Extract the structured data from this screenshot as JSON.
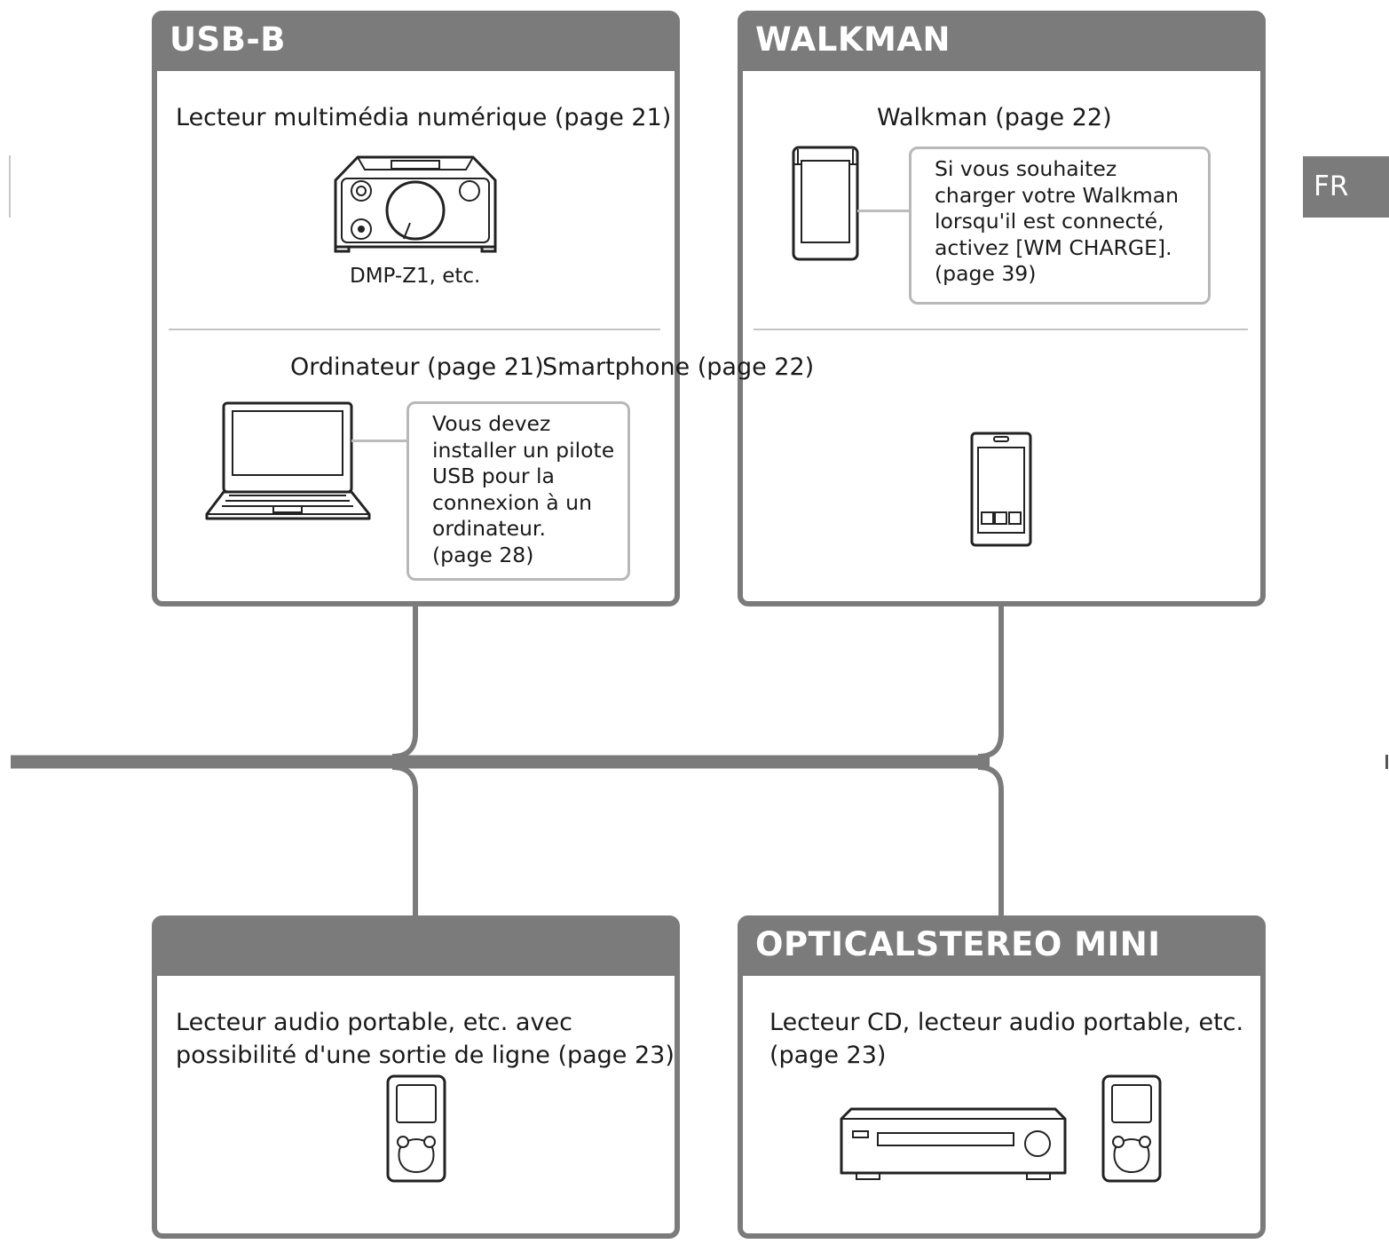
{
  "side_tab": {
    "label": "FR"
  },
  "panels": {
    "usb_b": {
      "title": "USB-B",
      "dmp_caption": "Lecteur multimédia numérique (page 21)",
      "dmp_model": "DMP-Z1, etc.",
      "computer_caption": "Ordinateur (page 21)",
      "computer_note": "Vous devez\ninstaller un pilote\nUSB pour la\nconnexion à un\nordinateur.\n(page 28)"
    },
    "walkman": {
      "title": "WALKMAN",
      "walkman_caption": "Walkman (page 22)",
      "walkman_note": "Si vous souhaitez\ncharger votre Walkman\nlorsqu'il est connecté,\nactivez [WM CHARGE].\n(page 39)",
      "smartphone_caption": "Smartphone (page 22)"
    },
    "line_in": {
      "title": "",
      "caption_line1": "Lecteur audio portable, etc. avec",
      "caption_line2": "possibilité d'une sortie de ligne (page 23)"
    },
    "optical": {
      "title": "OPTICALSTEREO MINI",
      "caption_line1": "Lecteur CD, lecteur audio portable, etc.",
      "caption_line2": "(page 23)"
    }
  },
  "colors": {
    "header": "#7b7b7b",
    "note_border": "#b8b8b8",
    "divider": "#c4c4c4"
  }
}
